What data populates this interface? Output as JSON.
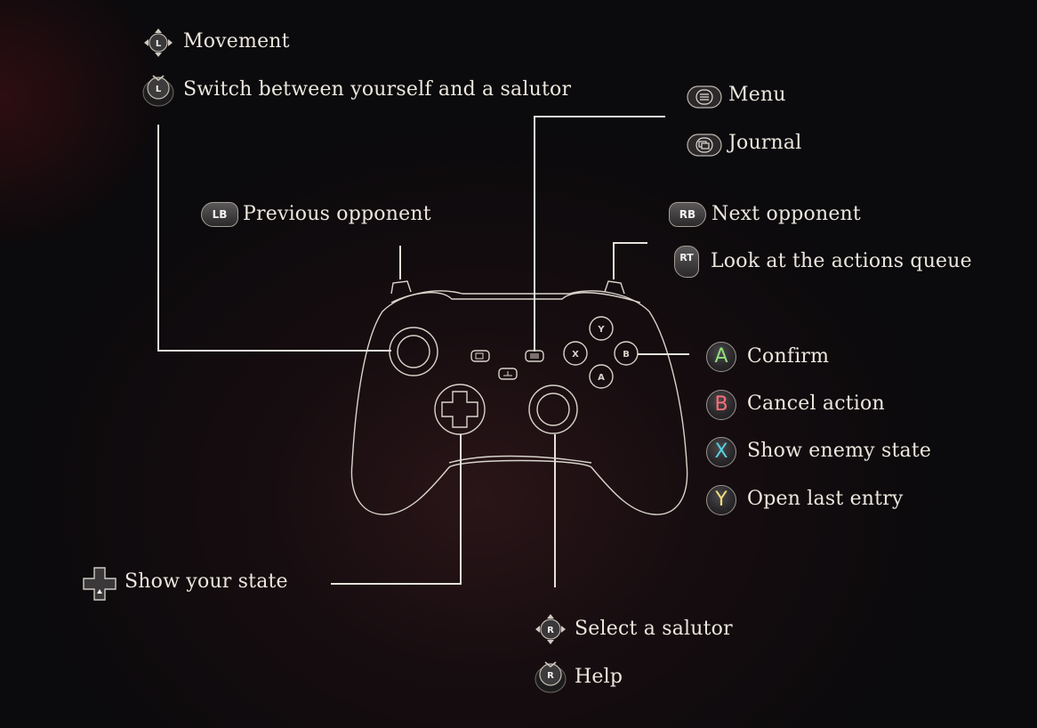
{
  "controls": {
    "left_stick_move": "Movement",
    "left_stick_press": "Switch between yourself and a salutor",
    "menu": "Menu",
    "journal": "Journal",
    "lb": "Previous opponent",
    "rb": "Next opponent",
    "rt": "Look at the actions queue",
    "a": "Confirm",
    "b": "Cancel action",
    "x": "Show enemy state",
    "y": "Open last entry",
    "dpad": "Show your state",
    "right_stick_move": "Select a salutor",
    "right_stick_press": "Help"
  },
  "glyphs": {
    "a": "A",
    "b": "B",
    "x": "X",
    "y": "Y",
    "lb": "LB",
    "rb": "RB",
    "rt": "RT",
    "l": "L",
    "r": "R",
    "pad_y": "Y",
    "pad_x": "X",
    "pad_b": "B",
    "pad_a": "A"
  },
  "colors": {
    "a": "#8fe07a",
    "b": "#ff6f7a",
    "x": "#56d2e0",
    "y": "#f2e07a",
    "line": "#e6e2da"
  }
}
